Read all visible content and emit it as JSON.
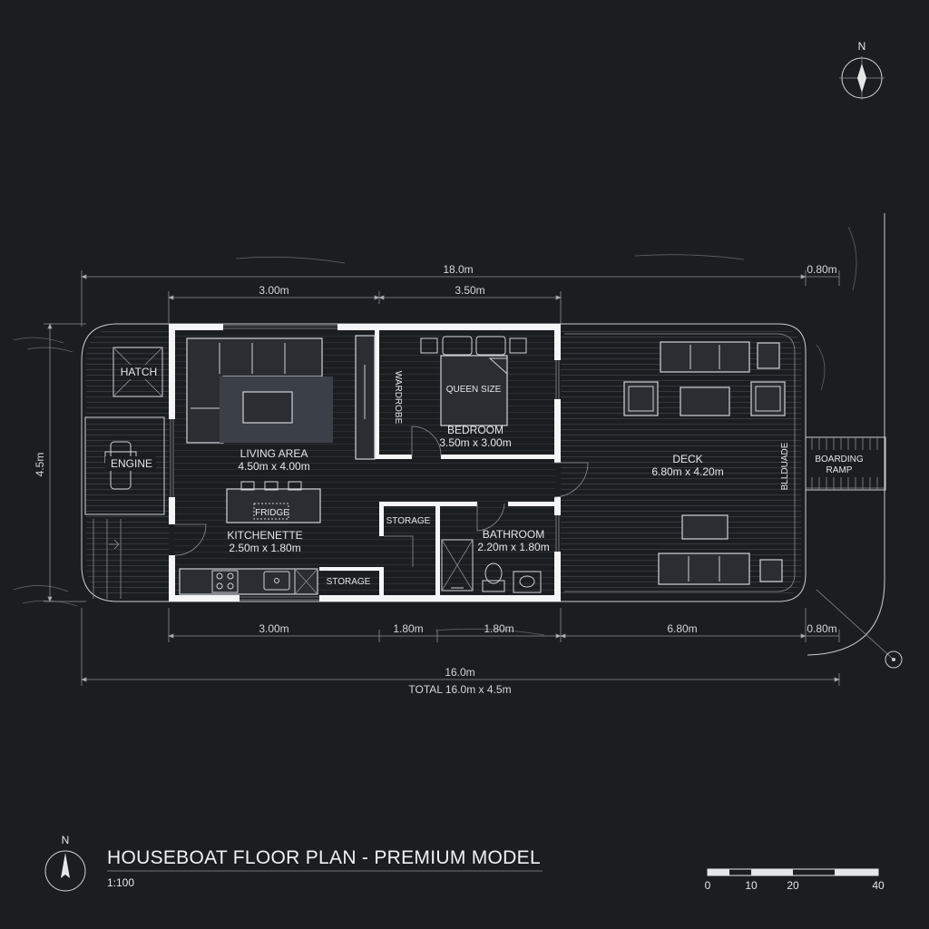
{
  "title": "HOUSEBOAT FLOOR PLAN - PREMIUM MODEL",
  "scale": "1:100",
  "north": "N",
  "scale_bar": [
    "0",
    "10",
    "20",
    "40"
  ],
  "rooms": {
    "hatch": "HATCH",
    "engine": "ENGINE",
    "living_name": "LIVING AREA",
    "living_size": "4.50m x 4.00m",
    "kitchen_name": "KITCHENETTE",
    "kitchen_size": "2.50m x 1.80m",
    "fridge": "FRIDGE",
    "storage_kitchen": "STORAGE",
    "storage_upper": "STORAGE",
    "wardrobe": "WARDROBE",
    "queen": "QUEEN SIZE",
    "bedroom_name": "BEDROOM",
    "bedroom_size": "3.50m x 3.00m",
    "bathroom_name": "BATHROOM",
    "bathroom_size": "2.20m x 1.80m",
    "deck_name": "DECK",
    "deck_size": "6.80m x 4.20m",
    "deck_side": "BLLDUADE",
    "ramp_line1": "BOARDING",
    "ramp_line2": "RAMP"
  },
  "dimensions": {
    "overall_top": "18.0m",
    "ramp_top": "0.80m",
    "living_top": "3.00m",
    "bedroom_top": "3.50m",
    "height": "4.5m",
    "bottom_1": "3.00m",
    "bottom_2": "1.80m",
    "bottom_3": "1.80m",
    "bottom_4": "6.80m",
    "bottom_5": "0.80m",
    "overall_bottom": "16.0m",
    "total": "TOTAL 16.0m x 4.5m"
  }
}
